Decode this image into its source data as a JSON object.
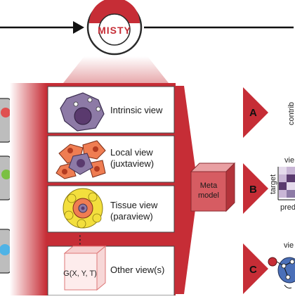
{
  "logo": {
    "text": "MISTY"
  },
  "views": [
    {
      "label": "Intrinsic view"
    },
    {
      "label": "Local view\n(juxtaview)"
    },
    {
      "label": "Tissue view\n(paraview)"
    },
    {
      "label": "Other view(s)"
    }
  ],
  "ellipsis": "⋮",
  "other_view_formula": "G(X, Y, T)",
  "meta_model": {
    "line1": "Meta",
    "line2": "model"
  },
  "outputs": [
    {
      "letter": "A"
    },
    {
      "letter": "B"
    },
    {
      "letter": "C"
    }
  ],
  "right_labels": {
    "contrib": "contrib",
    "view_b": "vie",
    "target": "target",
    "pred": "pred",
    "view_c": "vie"
  },
  "colors": {
    "accent_red": "#c62d36",
    "dark_red": "#7a1a20",
    "cell_purple": "#8d7aa6",
    "cell_orange": "#ef7d52",
    "cell_yellow": "#f3df3d",
    "heat_dark": "#5a3a6e",
    "heat_light": "#c9b6d6"
  }
}
